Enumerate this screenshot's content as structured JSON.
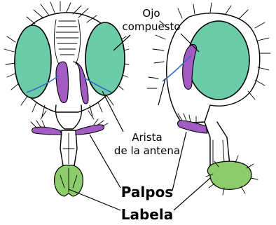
{
  "labels": {
    "compound_eye_line1": "Ojo",
    "compound_eye_line2": "compuesto",
    "arista_line1": "Arista",
    "arista_line2": "de la antena",
    "palps": "Palpos",
    "labella": "Labela"
  },
  "colors": {
    "compound_eye": "#6ccca9",
    "antenna_and_palps": "#a25bc2",
    "labella": "#8ccc6a",
    "arista": "#3a6bc4"
  }
}
